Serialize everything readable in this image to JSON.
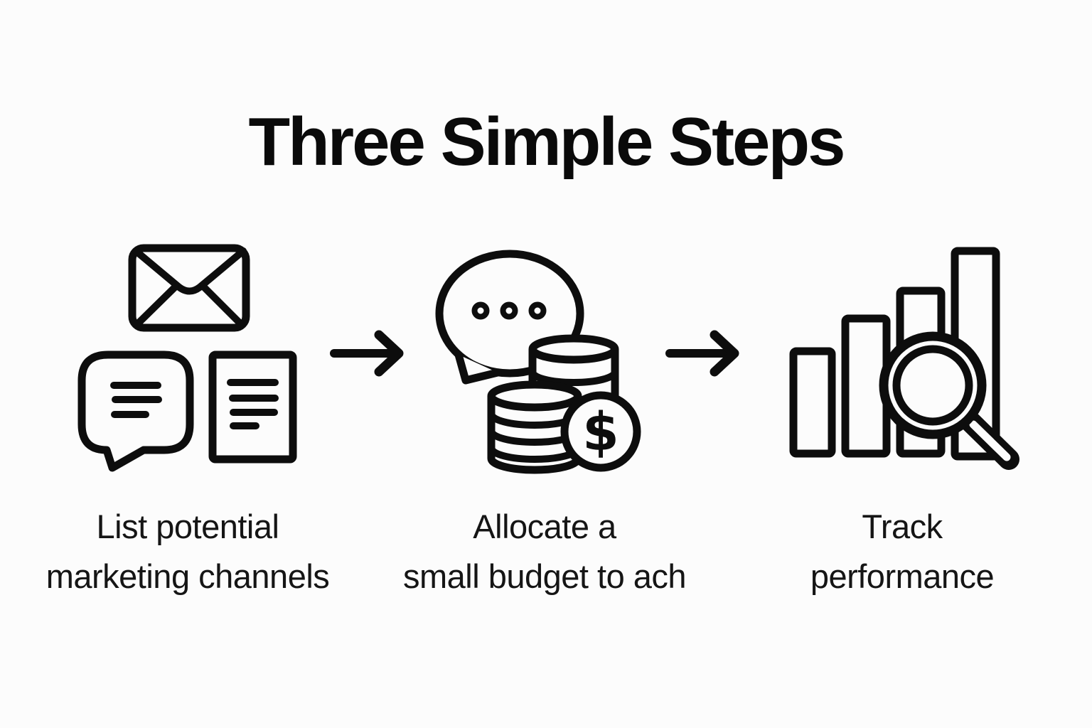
{
  "title": "Three Simple Steps",
  "steps": [
    {
      "icon": "envelope-chat-document",
      "label_line1": "List potential",
      "label_line2": "marketing channels"
    },
    {
      "icon": "chat-coins-dollar",
      "label_line1": "Allocate a",
      "label_line2": "small budget to ach"
    },
    {
      "icon": "bar-chart-magnifier",
      "label_line1": "Track",
      "label_line2": "performance"
    }
  ],
  "icons": {
    "dollar_sign": "$"
  },
  "colors": {
    "background": "#fcfcfc",
    "ink": "#0d0d0d"
  }
}
